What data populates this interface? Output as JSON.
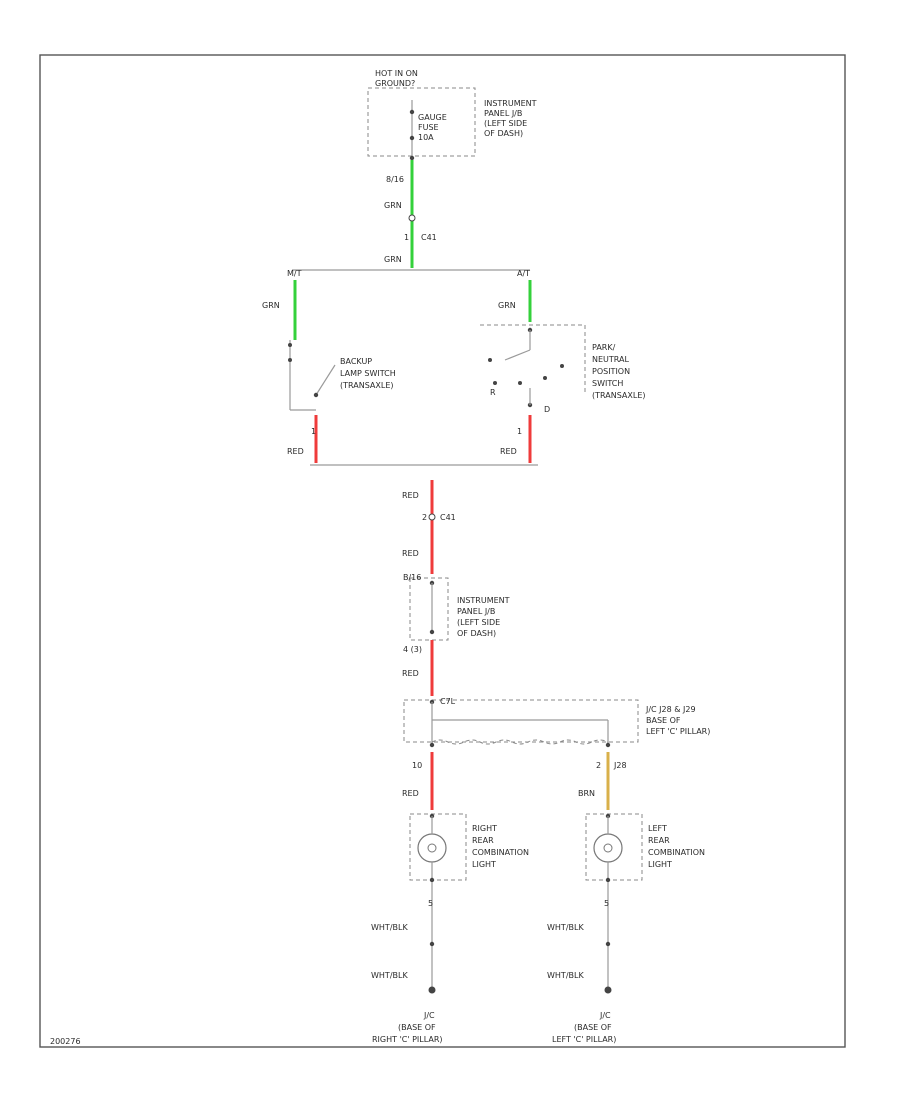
{
  "texts": {
    "hot_in_run": "HOT IN ON",
    "hot_in_run_2": "GROUND?",
    "gauge_fuse": "GAUGE",
    "gauge_fuse_2": "FUSE",
    "gauge_fuse_3": "10A",
    "ipjb_top_1": "INSTRUMENT",
    "ipjb_top_2": "PANEL J/B",
    "ipjb_top_3": "(LEFT SIDE",
    "ipjb_top_4": "OF DASH)",
    "pin_8": "8/16",
    "grn_1": "GRN",
    "pin_1": "1",
    "conn_c41_1": "C41",
    "grn_2": "GRN",
    "mt": "M/T",
    "at": "A/T",
    "grn_left": "GRN",
    "grn_right": "GRN",
    "backup_1": "BACKUP",
    "backup_2": "LAMP SWITCH",
    "backup_3": "(TRANSAXLE)",
    "pn_1": "PARK/",
    "pn_2": "NEUTRAL",
    "pn_3": "POSITION",
    "pn_4": "SWITCH",
    "pn_5": "(TRANSAXLE)",
    "pin_r": "R",
    "pin_d": "D",
    "pin_left_1": "1",
    "pin_right_1": "1",
    "red_left": "RED",
    "red_right": "RED",
    "red_1": "RED",
    "conn_c41_2": "C41",
    "pin_2": "2",
    "red_2": "RED",
    "pin_b16": "B/16",
    "ipjb_mid_1": "INSTRUMENT",
    "ipjb_mid_2": "PANEL J/B",
    "ipjb_mid_3": "(LEFT SIDE",
    "ipjb_mid_4": "OF DASH)",
    "pin_4": "4 (3)",
    "red_3": "RED",
    "conn_c7": "C7L",
    "jc_1": "J/C J28 & J29",
    "jc_2": "BASE OF",
    "jc_3": "LEFT 'C' PILLAR)",
    "pin_10": "10",
    "pin_2b": "2",
    "conn_j28": "J28",
    "red_4": "RED",
    "brn": "BRN",
    "rrcl_1": "RIGHT",
    "rrcl_2": "REAR",
    "rrcl_3": "COMBINATION",
    "rrcl_4": "LIGHT",
    "lrcl_1": "LEFT",
    "lrcl_2": "REAR",
    "lrcl_3": "COMBINATION",
    "lrcl_4": "LIGHT",
    "pin_5_l": "5",
    "pin_5_r": "5",
    "wht_blk_1": "WHT/BLK",
    "wht_blk_2": "WHT/BLK",
    "wht_blk_3": "WHT/BLK",
    "wht_blk_4": "WHT/BLK",
    "g1": "J/C",
    "g1_2": "(BASE OF",
    "g1_3": "RIGHT 'C' PILLAR)",
    "g2": "J/C",
    "g2_2": "(BASE OF",
    "g2_3": "LEFT 'C' PILLAR)",
    "fig_code": "200276"
  },
  "colors": {
    "green_wire": "#34d13b",
    "red_wire": "#ef3b3b",
    "brown_wire": "#d9b04a",
    "line": "#9a9a9a"
  }
}
